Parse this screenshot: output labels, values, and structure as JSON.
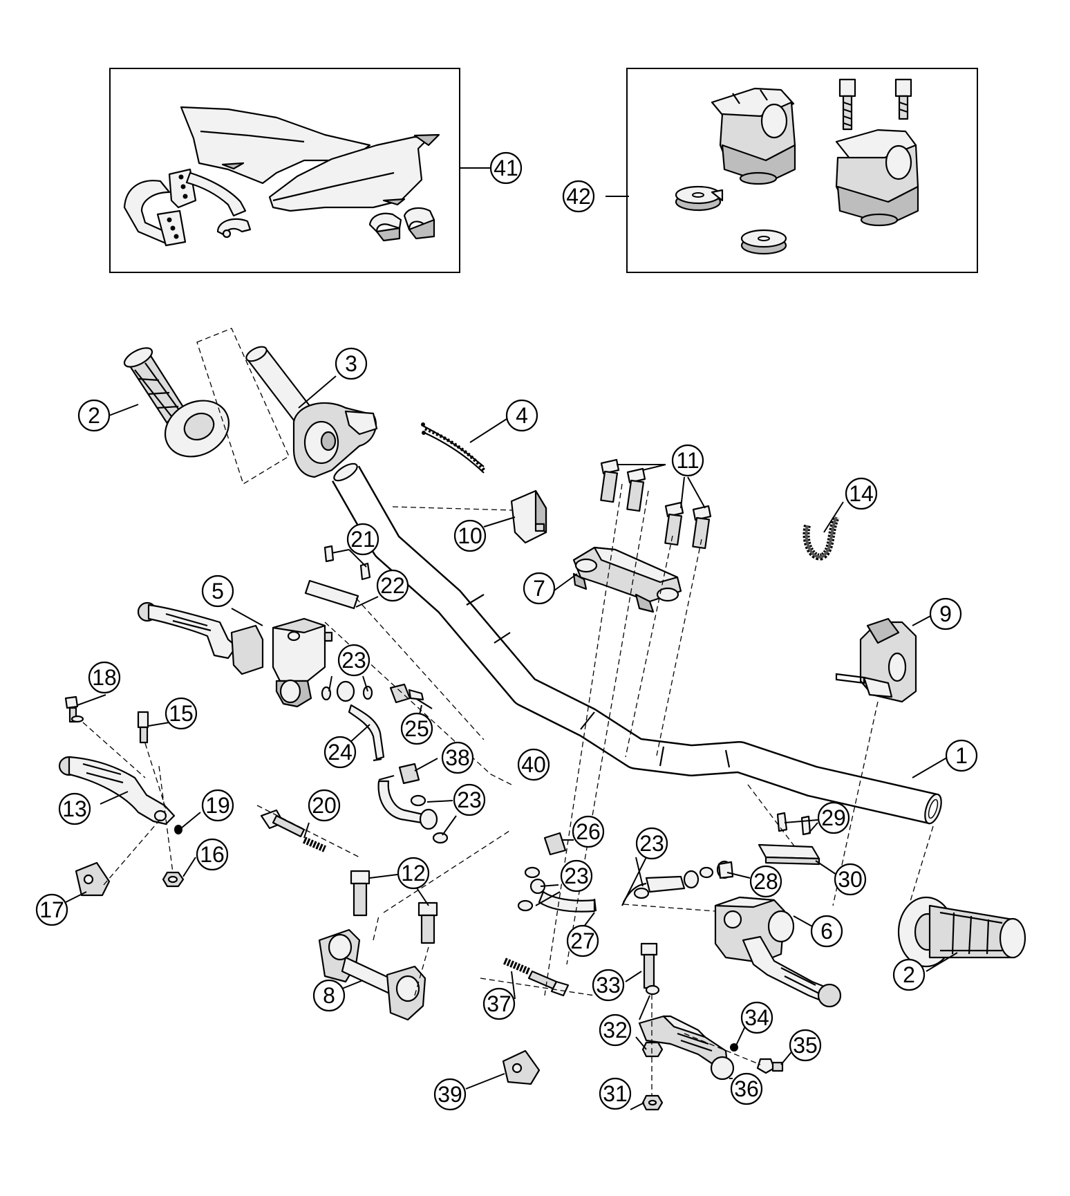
{
  "callouts": [
    {
      "label": "41"
    },
    {
      "label": "42"
    },
    {
      "label": "3"
    },
    {
      "label": "2"
    },
    {
      "label": "4"
    },
    {
      "label": "11"
    },
    {
      "label": "14"
    },
    {
      "label": "10"
    },
    {
      "label": "21"
    },
    {
      "label": "22"
    },
    {
      "label": "7"
    },
    {
      "label": "5"
    },
    {
      "label": "9"
    },
    {
      "label": "23"
    },
    {
      "label": "18"
    },
    {
      "label": "15"
    },
    {
      "label": "25"
    },
    {
      "label": "24"
    },
    {
      "label": "38"
    },
    {
      "label": "40"
    },
    {
      "label": "1"
    },
    {
      "label": "23"
    },
    {
      "label": "13"
    },
    {
      "label": "19"
    },
    {
      "label": "20"
    },
    {
      "label": "29"
    },
    {
      "label": "26"
    },
    {
      "label": "23"
    },
    {
      "label": "16"
    },
    {
      "label": "30"
    },
    {
      "label": "12"
    },
    {
      "label": "23"
    },
    {
      "label": "28"
    },
    {
      "label": "17"
    },
    {
      "label": "6"
    },
    {
      "label": "27"
    },
    {
      "label": "2"
    },
    {
      "label": "33"
    },
    {
      "label": "8"
    },
    {
      "label": "37"
    },
    {
      "label": "34"
    },
    {
      "label": "32"
    },
    {
      "label": "35"
    },
    {
      "label": "39"
    },
    {
      "label": "31"
    },
    {
      "label": "36"
    }
  ]
}
